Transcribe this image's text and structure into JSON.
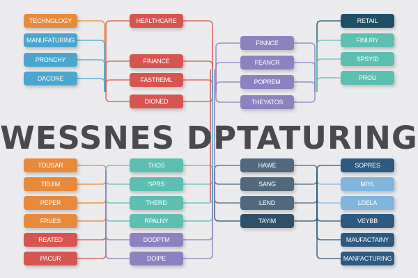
{
  "title": "WESSNES DPTATURING",
  "colors": {
    "orange": "#e88a3c",
    "blue": "#4aa6cc",
    "red": "#d65550",
    "purple": "#8c82c0",
    "dark_teal": "#1f4f66",
    "teal": "#5cbfb1",
    "slate": "#52697d",
    "dark_slate": "#30506a",
    "light_blue": "#80b6de",
    "navy": "#2c5a80",
    "background": "#ebebed",
    "title": "#4a4a4e"
  },
  "top": {
    "col1": [
      {
        "label": "TECHNOLOGY",
        "color": "orange"
      },
      {
        "label": "MANUFATURING",
        "color": "blue"
      },
      {
        "label": "PRONCHY",
        "color": "blue"
      },
      {
        "label": "DACONE",
        "color": "blue"
      }
    ],
    "col2": [
      {
        "label": "HEALTHCARE",
        "color": "red"
      },
      {
        "label": "FINANCE",
        "color": "red"
      },
      {
        "label": "FASTREML",
        "color": "red"
      },
      {
        "label": "DIONED",
        "color": "red"
      }
    ],
    "col3": [
      {
        "label": "FINNCE",
        "color": "purple"
      },
      {
        "label": "FEANCR",
        "color": "purple"
      },
      {
        "label": "POPREM",
        "color": "purple"
      },
      {
        "label": "THEYATOS",
        "color": "purple"
      }
    ],
    "col4": [
      {
        "label": "RETAIL",
        "color": "dark_teal"
      },
      {
        "label": "FINURY",
        "color": "teal"
      },
      {
        "label": "SPSYID",
        "color": "teal"
      },
      {
        "label": "PROU",
        "color": "teal"
      }
    ]
  },
  "bottom": {
    "col1": [
      {
        "label": "TOUSAR",
        "color": "orange"
      },
      {
        "label": "TEUIM",
        "color": "orange"
      },
      {
        "label": "PEPER",
        "color": "orange"
      },
      {
        "label": "FRUES",
        "color": "orange"
      },
      {
        "label": "REATED",
        "color": "red"
      },
      {
        "label": "PACUR",
        "color": "red"
      }
    ],
    "col2": [
      {
        "label": "THOS",
        "color": "teal"
      },
      {
        "label": "SPRS",
        "color": "teal"
      },
      {
        "label": "THERD",
        "color": "teal"
      },
      {
        "label": "RPALNY",
        "color": "teal"
      },
      {
        "label": "DODPTM",
        "color": "purple"
      },
      {
        "label": "DOIPE",
        "color": "purple"
      }
    ],
    "col3": [
      {
        "label": "HAWE",
        "color": "slate"
      },
      {
        "label": "SANG",
        "color": "slate"
      },
      {
        "label": "LEND",
        "color": "slate"
      },
      {
        "label": "TAYIM",
        "color": "dark_slate"
      }
    ],
    "col4": [
      {
        "label": "SOPRES",
        "color": "navy"
      },
      {
        "label": "MIYL",
        "color": "light_blue"
      },
      {
        "label": "LDELA",
        "color": "light_blue"
      },
      {
        "label": "VEYBB",
        "color": "navy"
      },
      {
        "label": "MAUFACTAINY",
        "color": "navy"
      },
      {
        "label": "MANFACTURING",
        "color": "navy"
      }
    ]
  }
}
